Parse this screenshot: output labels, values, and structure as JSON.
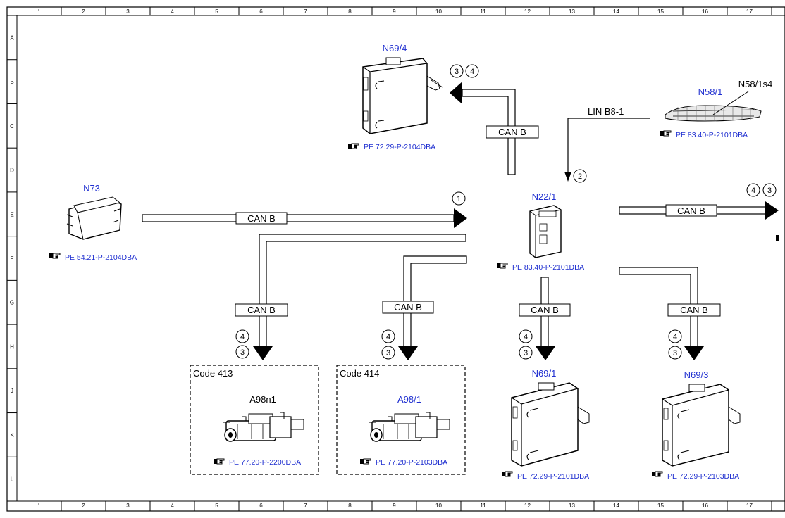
{
  "ruler": {
    "columns": [
      "1",
      "2",
      "3",
      "4",
      "5",
      "6",
      "7",
      "8",
      "9",
      "10",
      "11",
      "12",
      "13",
      "14",
      "15",
      "16",
      "17"
    ],
    "rows": [
      "A",
      "B",
      "C",
      "D",
      "E",
      "F",
      "G",
      "H",
      "J",
      "K",
      "L"
    ]
  },
  "components": {
    "n69_4": {
      "label": "N69/4",
      "ref": "PE 72.29-P-2104DBA"
    },
    "n58_1": {
      "label": "N58/1",
      "sub_label": "N58/1s4",
      "ref": "PE 83.40-P-2101DBA"
    },
    "n73": {
      "label": "N73",
      "ref": "PE 54.21-P-2104DBA"
    },
    "n22_1": {
      "label": "N22/1",
      "ref": "PE 83.40-P-2101DBA"
    },
    "a98n1": {
      "label": "A98n1",
      "code": "Code 413",
      "ref": "PE 77.20-P-2200DBA"
    },
    "a98_1": {
      "label": "A98/1",
      "code": "Code 414",
      "ref": "PE 77.20-P-2103DBA"
    },
    "n69_1": {
      "label": "N69/1",
      "ref": "PE 72.29-P-2101DBA"
    },
    "n69_3": {
      "label": "N69/3",
      "ref": "PE 72.29-P-2103DBA"
    }
  },
  "bus_labels": {
    "can_b": "CAN B",
    "lin": "LIN B8-1"
  },
  "markers": {
    "m1": "1",
    "m2": "2",
    "m3": "3",
    "m4": "4"
  },
  "colors": {
    "component_label": "#1f2fd0",
    "line": "#000000"
  },
  "icons": {
    "reference": "pointing-hand-icon"
  }
}
